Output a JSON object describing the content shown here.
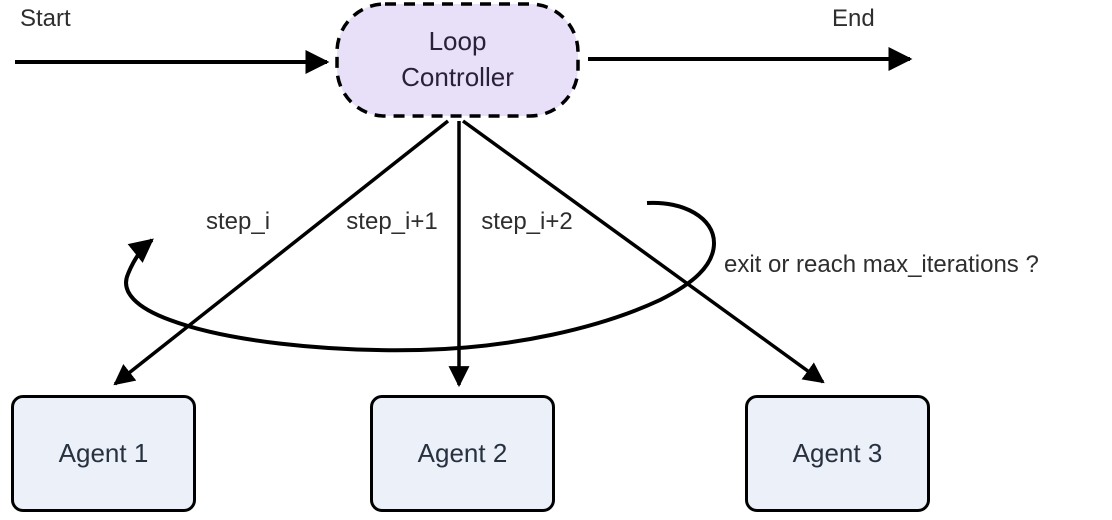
{
  "diagram": {
    "title_implicit": "Loop Controller multi-agent flow",
    "start_label": "Start",
    "end_label": "End",
    "controller": {
      "label": "Loop Controller"
    },
    "agents": [
      {
        "label": "Agent 1"
      },
      {
        "label": "Agent 2"
      },
      {
        "label": "Agent 3"
      }
    ],
    "edge_labels": {
      "step_1": "step_i",
      "step_2": "step_i+1",
      "step_3": "step_i+2",
      "loop_condition": "exit or reach max_iterations ?"
    },
    "colors": {
      "edge": "#000000",
      "controller_fill": "#E7E0F8",
      "controller_text": "#2A2139",
      "agent_fill": "#ECF1F9",
      "agent_text": "#28313F",
      "label_text": "#2E2E2E"
    }
  }
}
